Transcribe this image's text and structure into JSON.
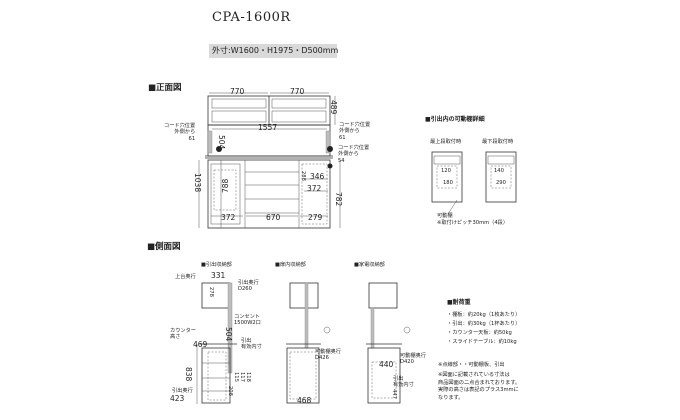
{
  "product": {
    "model": "CPA-1600R",
    "outer_dimensions": "外寸:W1600・H1975・D500mm"
  },
  "front": {
    "heading": "■正面図",
    "upper_w_left": "770",
    "upper_w_right": "770",
    "upper_h": "489",
    "total_w": "1557",
    "cord_left": "コード穴位置\n外側から\n61",
    "cord_right_top": "コード穴位置\n外側から\n61",
    "cord_right_mid": "コード穴位置\n外側から\n54",
    "dim_504": "504",
    "dim_1038": "1038",
    "dim_788": "788",
    "dim_288": "288",
    "dim_346": "346",
    "dim_372r": "372",
    "dim_782": "782",
    "dim_372": "372",
    "dim_670": "670",
    "dim_279": "279"
  },
  "drawer_detail": {
    "heading": "■引出内の可動棚詳細",
    "top_label": "最上段取付時",
    "bottom_label": "最下段取付時",
    "d120": "120",
    "d180": "180",
    "d140": "140",
    "d290": "290",
    "note_line1": "可動棚",
    "note_line2": "※取付けピッチ30mm（4段）"
  },
  "side": {
    "heading": "■側面図",
    "views": [
      "■引出収納部",
      "■扉内収納部",
      "■家電収納部"
    ],
    "top_depth_label": "上台奥行",
    "top_depth": "331",
    "drawer_depth_label": "引出奥行\nD260",
    "outlet_label": "コンセント\n1500W2口",
    "counter_label": "カウンター\n高さ",
    "counter_depth": "469",
    "drawer_eff_label": "引出\n有効内寸",
    "d504": "504",
    "d838": "838",
    "d278": "278",
    "d208": "208",
    "d115": "115",
    "d117": "117",
    "d118": "118",
    "lower_depth_label": "引出奥行",
    "lower_depth": "423",
    "shelf_depth_1": "可動棚奥行\nD426",
    "d468": "468",
    "shelf_depth_2": "可動棚奥行\nD420",
    "d440": "440",
    "drawer_eff_2": "引出\n有効内寸",
    "d447": "447"
  },
  "load": {
    "heading": "■耐荷重",
    "items": [
      "・棚板：約20kg（1枚あたり）",
      "・引出：約30kg（1杯あたり）",
      "・カウンター天板：約50kg",
      "・スライドテーブル：約10kg"
    ],
    "note1": "※点線部・・可動棚板、引出",
    "note2": "※図面に記載されている寸法は\n商品図面の二点合まれております。\n実際の高さは表記のプラス3mmに\nなります。"
  }
}
